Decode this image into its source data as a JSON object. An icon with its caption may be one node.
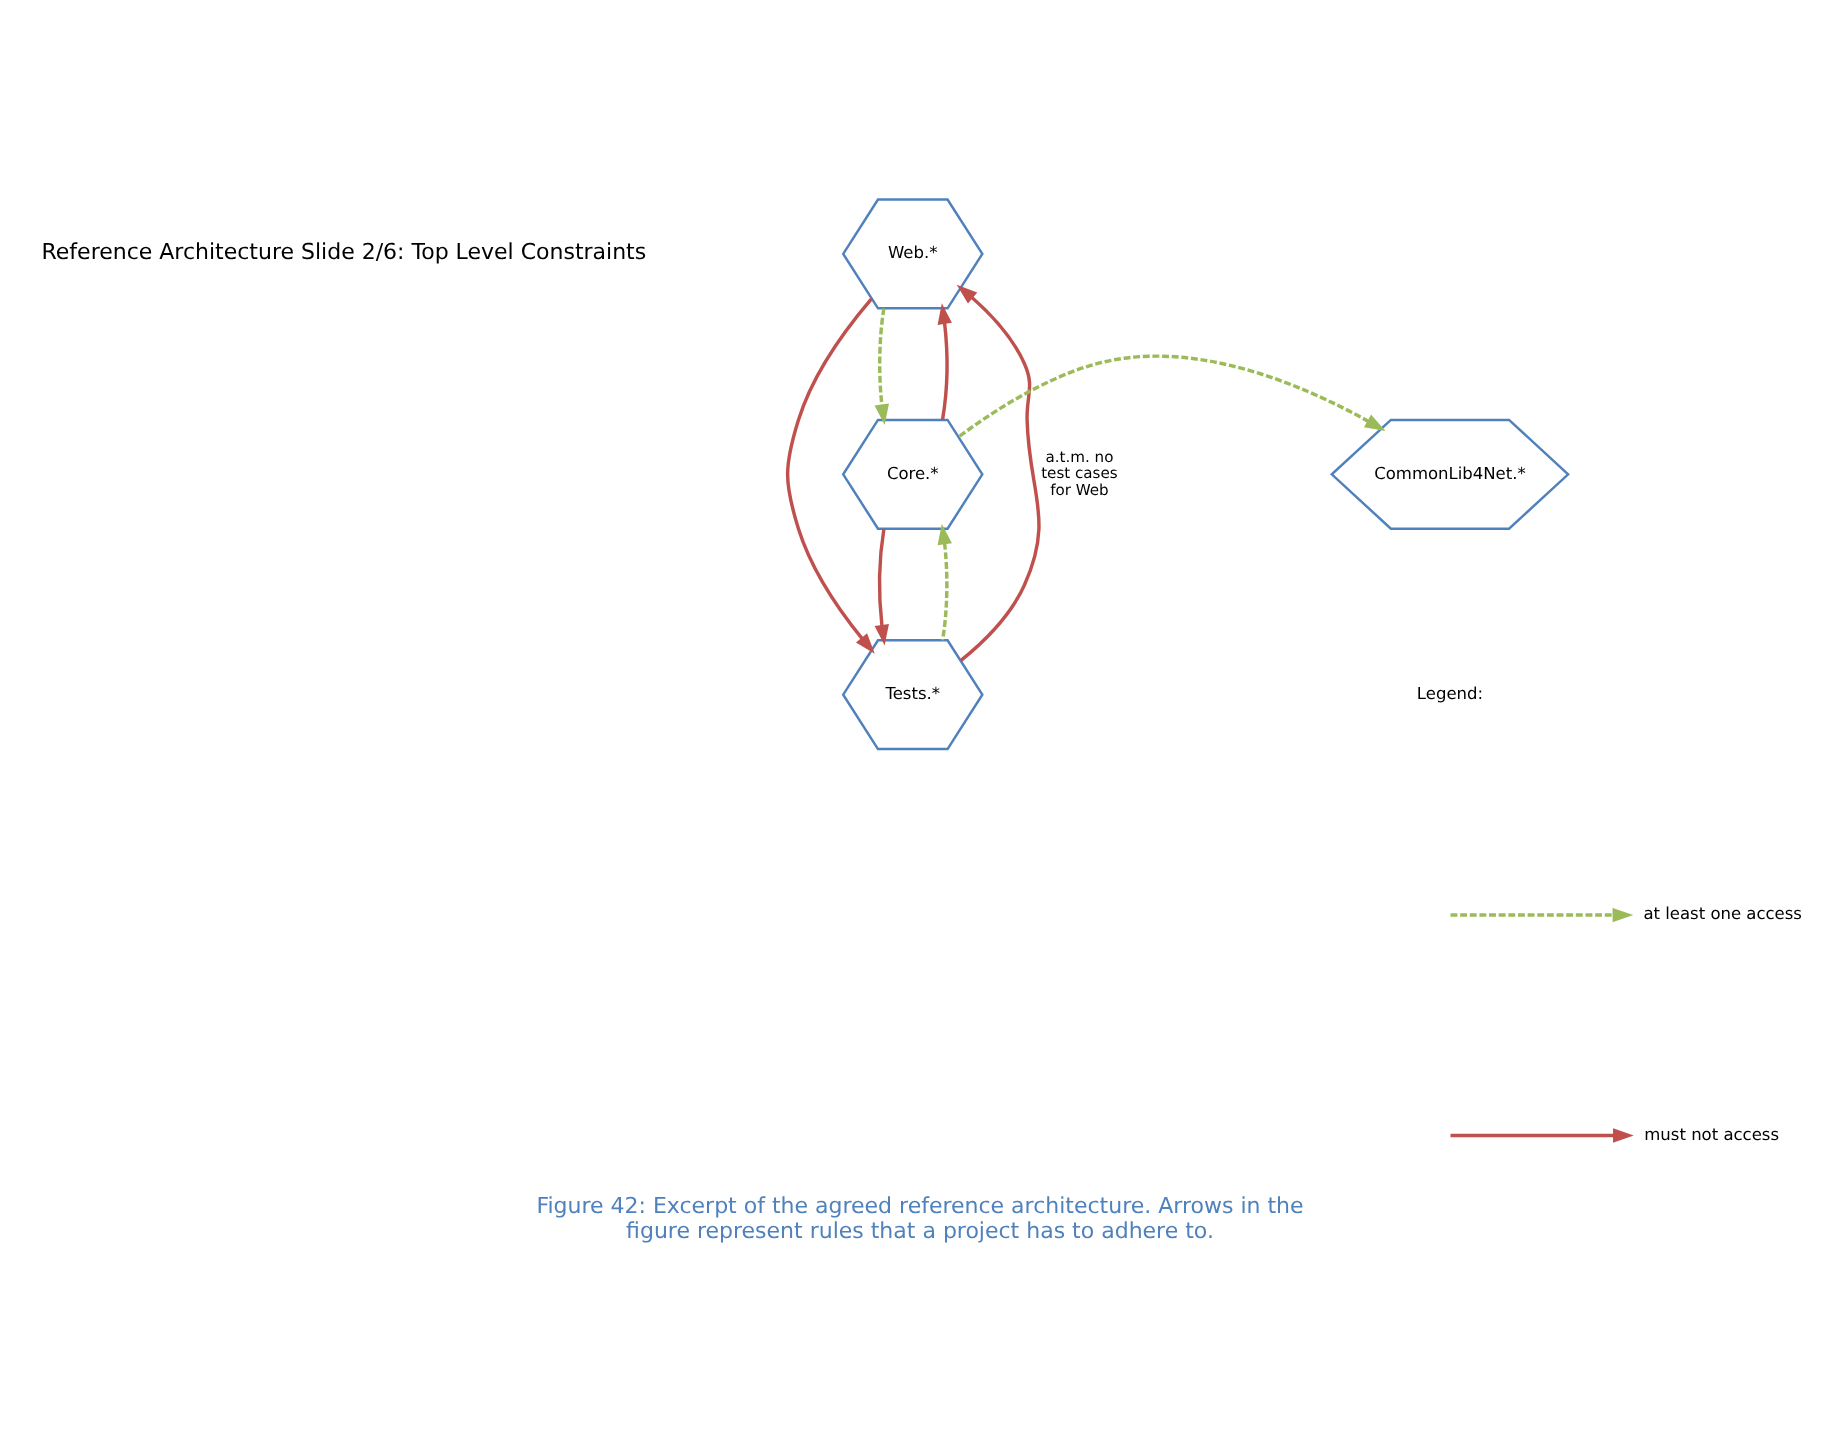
{
  "diagram": {
    "title": "Reference Architecture Slide 2/6: Top Level Constraints",
    "caption": "Figure 42: Excerpt of the agreed reference architecture. Arrows in the figure represent rules that a project has to adhere to.",
    "nodes": [
      {
        "text": [
          "Web.*"
        ]
      },
      {
        "text": [
          "CommonLib4Net.*"
        ]
      },
      {
        "text": [
          "Core.*"
        ]
      },
      {
        "text": [
          "Tests.*"
        ]
      }
    ],
    "edges": [
      {
        "from": 2,
        "to": 0,
        "arrow": "to"
      },
      {
        "from": 0,
        "to": 2,
        "arrow": "to",
        "style": "dashed",
        "color": "#9bbb59"
      },
      {
        "from": 2,
        "to": 1,
        "arrow": "to",
        "style": "dashed",
        "color": "#9bbb59"
      },
      {
        "from": 2,
        "to": 3,
        "arrow": "to"
      },
      {
        "from": 0,
        "to": 3,
        "arrow": "to"
      },
      {
        "from": 3,
        "to": 0,
        "arrow": "to",
        "label": "a.t.m. no test cases for Web"
      },
      {
        "from": 3,
        "to": 2,
        "arrow": "to",
        "style": "dashed",
        "color": "#9bbb59"
      }
    ],
    "labels": [
      "Legend:"
    ],
    "legend": [
      {
        "text": "at least one access"
      },
      {
        "text": "must not access"
      }
    ]
  }
}
